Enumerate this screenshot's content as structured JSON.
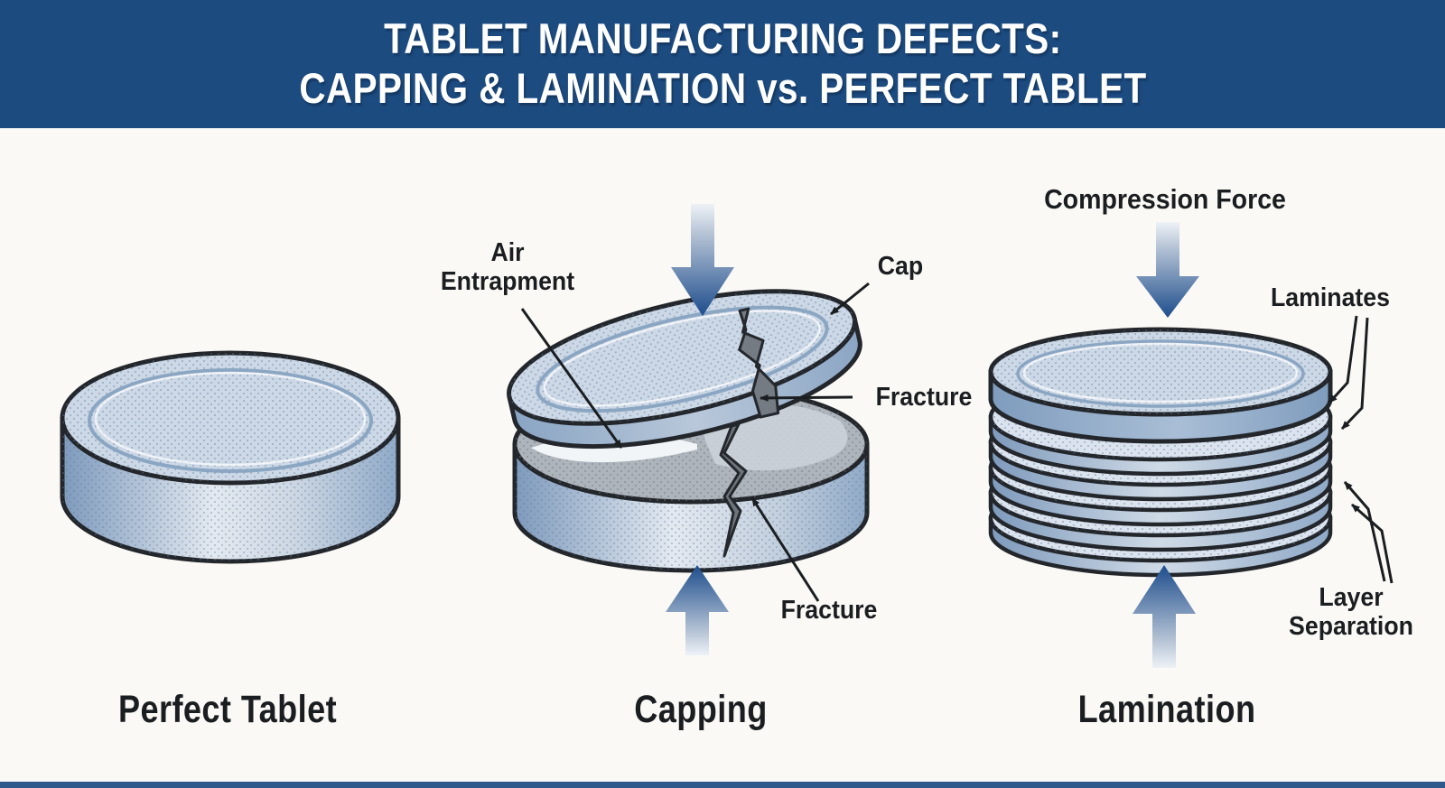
{
  "header": {
    "title_line1": "TABLET MANUFACTURING DEFECTS:",
    "title_line2": "CAPPING & LAMINATION vs. PERFECT TABLET"
  },
  "colors": {
    "header_bg": "#1c4b80",
    "page_bg": "#fbf9f5",
    "ink": "#1b1e21",
    "outline": "#23272c",
    "arrow_blue": "#1d4d8c",
    "tablet_top": "#ccd8e6",
    "surface_gray": "#aeb4bb"
  },
  "figures": {
    "perfect": {
      "caption": "Perfect Tablet"
    },
    "capping": {
      "caption": "Capping",
      "labels": {
        "air_line1": "Air",
        "air_line2": "Entrapment",
        "cap": "Cap",
        "fracture_upper": "Fracture",
        "fracture_lower": "Fracture"
      }
    },
    "lamination": {
      "caption": "Lamination",
      "labels": {
        "compression_force": "Compression Force",
        "laminates": "Laminates",
        "layer_sep_line1": "Layer",
        "layer_sep_line2": "Separation"
      }
    }
  }
}
